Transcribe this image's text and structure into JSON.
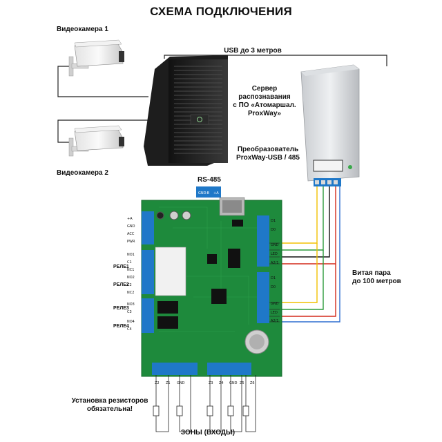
{
  "title": "СХЕМА ПОДКЛЮЧЕНИЯ",
  "camera1_label": "Видеокамера 1",
  "camera2_label": "Видеокамера 2",
  "usb_label": "USB до 3 метров",
  "server_label": [
    "Сервер",
    "распознавания",
    "с ПО «Атомаршал.",
    "ProxWay»"
  ],
  "converter_label": [
    "Преобразователь",
    "ProxWay-USB / 485"
  ],
  "rs485_label": "RS-485",
  "twisted_pair_label": [
    "Витая пара",
    "до 100 метров"
  ],
  "relay_labels": [
    "РЕЛЕ1",
    "РЕЛЕ2",
    "РЕЛЕ3",
    "РЕЛЕ4"
  ],
  "resistor_note": [
    "Установка резисторов",
    "обязательна!"
  ],
  "zones_label": "ЗОНЫ (ВХОДЫ)",
  "board_left_pins": [
    "+А",
    "GND",
    "ACC",
    "PWR",
    "NO1",
    "C1",
    "NC1",
    "NO2",
    "C2",
    "NC2",
    "NO3",
    "C3",
    "NO4",
    "C4"
  ],
  "board_right_pins_upper": [
    "D1",
    "D0",
    "GND",
    "LED",
    "A2/1"
  ],
  "board_right_pins_lower": [
    "D1",
    "D0",
    "GND",
    "LED",
    "A2/1"
  ],
  "rs485_pins": [
    "GND",
    "-B",
    "+A"
  ],
  "zone_pins": [
    "Z2",
    "Z1",
    "GND",
    "Z3",
    "Z4",
    "GND",
    "Z5",
    "Z6"
  ],
  "wire_colors": {
    "yellow": "#f2c000",
    "green": "#2a9a3a",
    "red": "#d32a1a",
    "blue": "#2f6fd0",
    "black": "#111111"
  }
}
